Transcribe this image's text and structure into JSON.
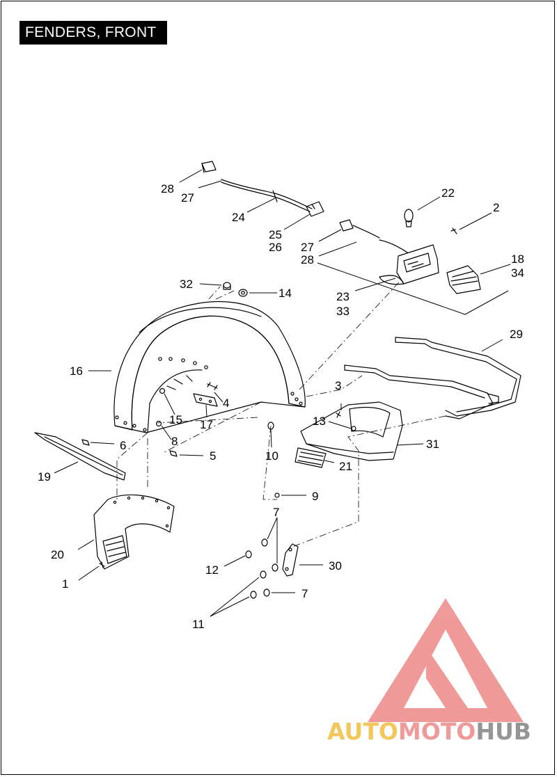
{
  "header": {
    "title": "FENDERS, FRONT"
  },
  "callouts": {
    "c1": "1",
    "c2": "2",
    "c3": "3",
    "c4": "4",
    "c5": "5",
    "c6": "6",
    "c7a": "7",
    "c7b": "7",
    "c8": "8",
    "c9": "9",
    "c10": "10",
    "c11": "11",
    "c12": "12",
    "c13": "13",
    "c14": "14",
    "c15": "15",
    "c16": "16",
    "c17": "17",
    "c18": "18",
    "c19": "19",
    "c20": "20",
    "c21": "21",
    "c22": "22",
    "c23": "23",
    "c24": "24",
    "c25": "25",
    "c26": "26",
    "c27a": "27",
    "c27b": "27",
    "c28a": "28",
    "c28b": "28",
    "c29": "29",
    "c30": "30",
    "c31": "31",
    "c32": "32",
    "c33": "33",
    "c34": "34"
  },
  "watermark": {
    "part1": "AUTO",
    "part2": "MOTO",
    "part3": "HUB",
    "color1": "#f2c24a",
    "color2": "#ef8f8f",
    "color3": "#8a8a8a"
  }
}
